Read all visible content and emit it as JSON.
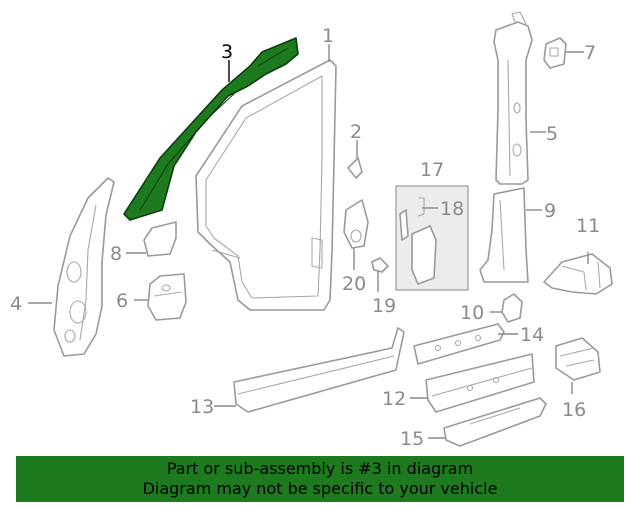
{
  "callouts": [
    "1",
    "2",
    "3",
    "4",
    "5",
    "6",
    "7",
    "8",
    "9",
    "10",
    "11",
    "12",
    "13",
    "14",
    "15",
    "16",
    "17",
    "18",
    "19",
    "20"
  ],
  "highlighted_part": "3",
  "colors": {
    "highlight_fill": "#1e7a1e",
    "banner_bg": "#1e7a1e",
    "line": "#9a9a9a",
    "callout_text": "#8a8a8a"
  },
  "footer": {
    "line1": "Part or sub-assembly is #3 in diagram",
    "line2": "Diagram may not be specific to your vehicle"
  }
}
